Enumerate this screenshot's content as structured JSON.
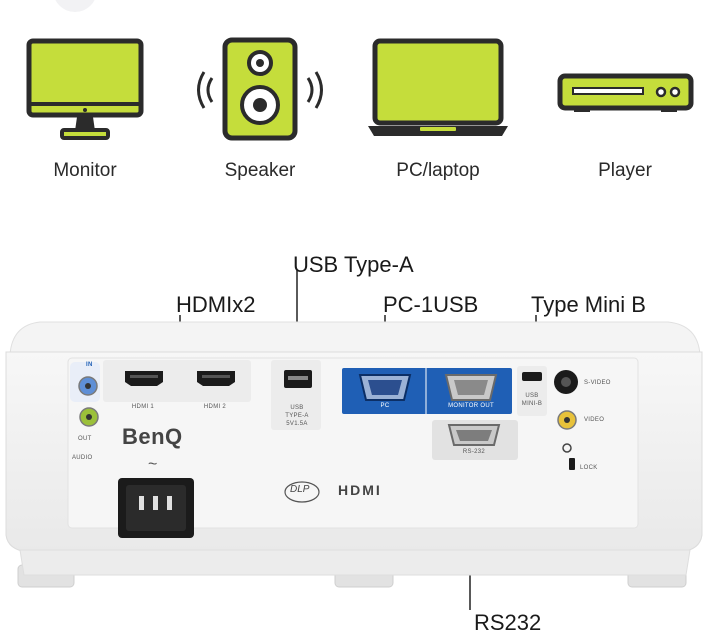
{
  "devices": [
    {
      "label": "Monitor",
      "icon": "monitor-icon"
    },
    {
      "label": "Speaker",
      "icon": "speaker-icon"
    },
    {
      "label": "PC/laptop",
      "icon": "laptop-icon"
    },
    {
      "label": "Player",
      "icon": "player-icon"
    }
  ],
  "callouts": {
    "usb_type_a": "USB Type-A",
    "hdmi_x2": "HDMIx2",
    "pc_1usb": "PC-1USB",
    "type_mini_b": "Type Mini B",
    "rs232": "RS232"
  },
  "panel": {
    "brand": "BenQ",
    "in": "IN",
    "out": "OUT",
    "audio": "AUDIO",
    "hdmi1": "HDMI 1",
    "hdmi2": "HDMI 2",
    "usb_a": "USB TYPE-A 5V1.5A",
    "pc": "PC",
    "monitor_out": "MONITOR OUT",
    "usb_mini_b": "USB MINI-B",
    "rs232": "RS-232",
    "svideo": "S-VIDEO",
    "video": "VIDEO",
    "lock": "LOCK",
    "dlp": "DLP",
    "hdmi_logo": "HDMI",
    "power_symbol": "~"
  },
  "colors": {
    "accent_green": "#c5dd3b",
    "outline": "#2b2b2b",
    "port_blue": "#1f5fb5",
    "video_yellow": "#e8c23a",
    "audio_green": "#9bc03a",
    "audio_blue": "#5f8fd6"
  }
}
